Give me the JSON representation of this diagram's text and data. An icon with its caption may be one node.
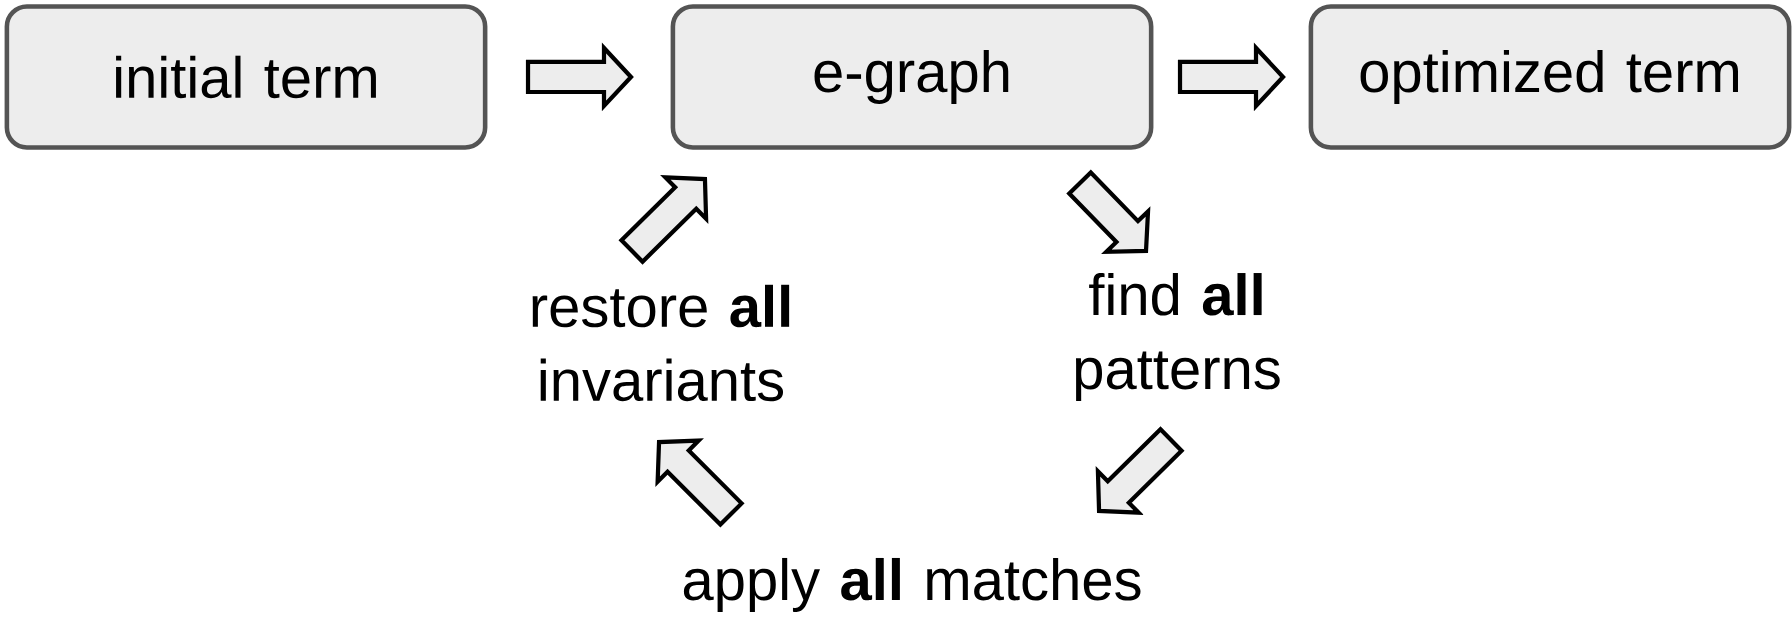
{
  "diagram": {
    "nodes": [
      {
        "text": [
          "initial term"
        ]
      },
      {
        "text": [
          "e-graph"
        ]
      },
      {
        "text": [
          "optimized term"
        ]
      },
      {
        "text": [
          "find **all** patterns"
        ]
      },
      {
        "text": [
          "apply **all** matches"
        ]
      },
      {
        "text": [
          "restore **all** invariants"
        ]
      }
    ],
    "edges": [
      {
        "from": 0,
        "to": 1,
        "arrow": "to"
      },
      {
        "from": 1,
        "to": 2,
        "arrow": "to"
      },
      {
        "from": 1,
        "to": 3,
        "arrow": "to"
      },
      {
        "from": 3,
        "to": 4,
        "arrow": "to"
      },
      {
        "from": 4,
        "to": 5,
        "arrow": "to"
      },
      {
        "from": 5,
        "to": 1,
        "arrow": "to"
      }
    ]
  }
}
